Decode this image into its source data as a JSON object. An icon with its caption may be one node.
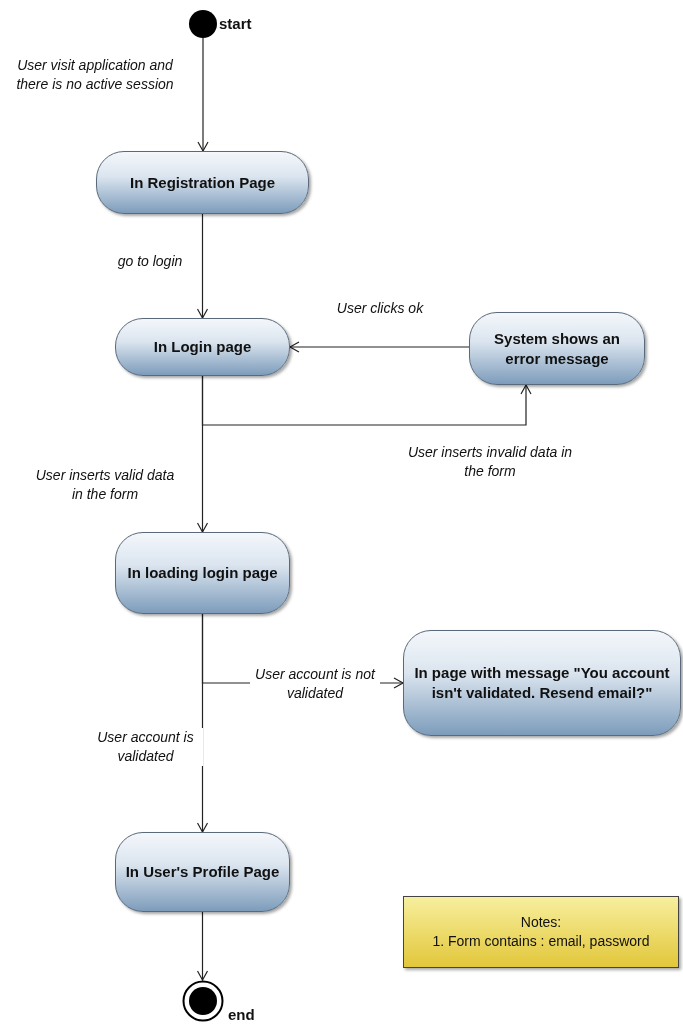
{
  "diagram": {
    "nodes": [
      {
        "text": [],
        "shape": "circle",
        "beside": [
          "start"
        ]
      },
      {
        "text": [
          "In Registration Page"
        ]
      },
      {
        "text": [
          "In Login page"
        ]
      },
      {
        "text": [
          "System shows an error message"
        ]
      },
      {
        "text": [
          "In loading login page"
        ]
      },
      {
        "text": [
          "In page with message \"You account isn't validated. Resend email?\""
        ]
      },
      {
        "text": [
          "In User's Profile Page"
        ]
      },
      {
        "text": [],
        "shape": "circle",
        "beside": [
          "end"
        ]
      },
      {
        "text": [
          "Notes:",
          "1. Form contains : email, password"
        ]
      }
    ],
    "edges": [
      {
        "from": 0,
        "to": 1,
        "arrow": "to",
        "label": "User visit application and there is no active session"
      },
      {
        "from": 1,
        "to": 2,
        "arrow": "to",
        "label": "go to login"
      },
      {
        "from": 3,
        "to": 2,
        "arrow": "to",
        "label": "User clicks ok"
      },
      {
        "from": 2,
        "to": 3,
        "arrow": "to",
        "label": "User inserts invalid data in the form"
      },
      {
        "from": 2,
        "to": 4,
        "arrow": "to",
        "label": "User inserts valid data in the form"
      },
      {
        "from": 4,
        "to": 5,
        "arrow": "to",
        "label": "User account is not validated"
      },
      {
        "from": 4,
        "to": 6,
        "arrow": "to",
        "label": "User account is validated"
      },
      {
        "from": 6,
        "to": 7,
        "arrow": "to"
      }
    ]
  }
}
